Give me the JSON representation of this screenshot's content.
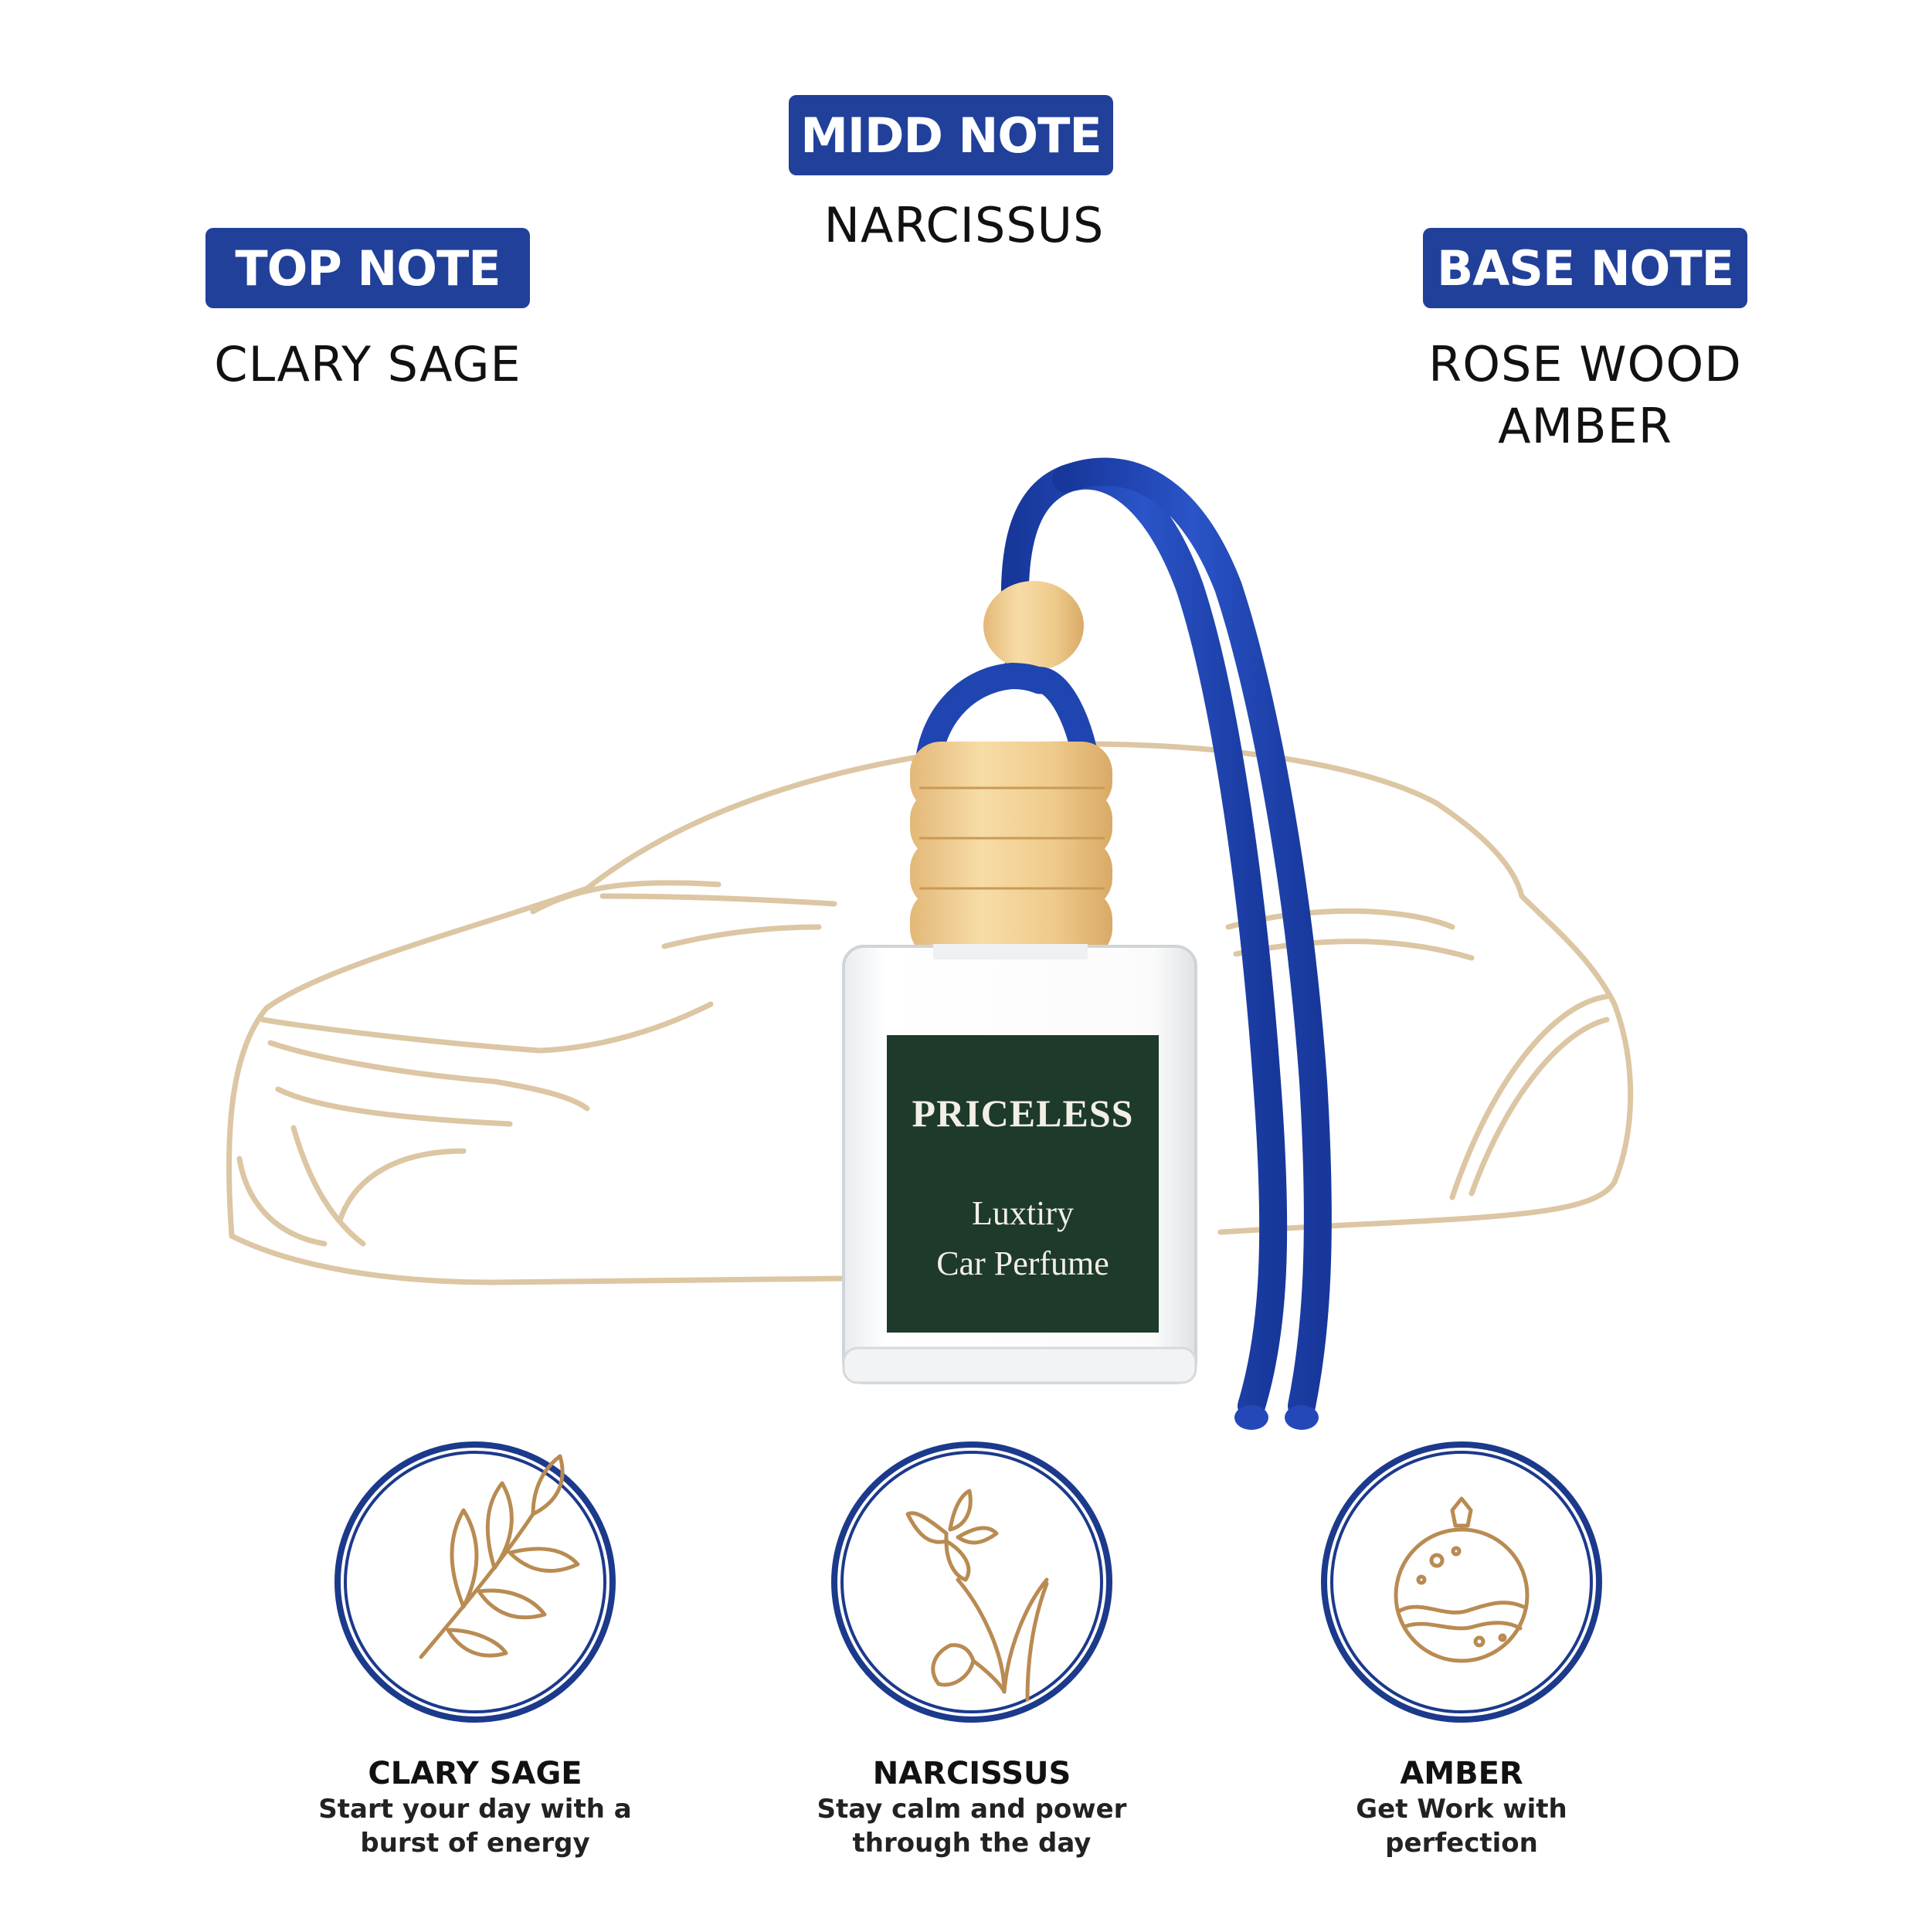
{
  "notes": {
    "top": {
      "label": "TOP NOTE",
      "values": [
        "CLARY SAGE"
      ]
    },
    "middle": {
      "label": "MIDD NOTE",
      "values": [
        "NARCISSUS"
      ]
    },
    "base": {
      "label": "BASE NOTE",
      "values": [
        "ROSE WOOD",
        "AMBER"
      ]
    }
  },
  "bottle": {
    "brand": "PRICELESS",
    "subtitle_line1": "Luxtiry",
    "subtitle_line2": "Car Perfume"
  },
  "features": [
    {
      "title": "CLARY SAGE",
      "description": "Start your day with a\nburst of energy",
      "icon": "leaf-branch-icon"
    },
    {
      "title": "NARCISSUS",
      "description": "Stay calm and power\nthrough the day",
      "icon": "narcissus-flower-icon"
    },
    {
      "title": "AMBER",
      "description": "Get Work with\nperfection",
      "icon": "amber-pendant-icon"
    }
  ],
  "colors": {
    "badge": "#21409a",
    "cord": "#1f47b5",
    "wood": "#f0cf94",
    "label": "#1d3a2b",
    "outline": "#d9c2a0",
    "ring": "#1c3a8c"
  }
}
